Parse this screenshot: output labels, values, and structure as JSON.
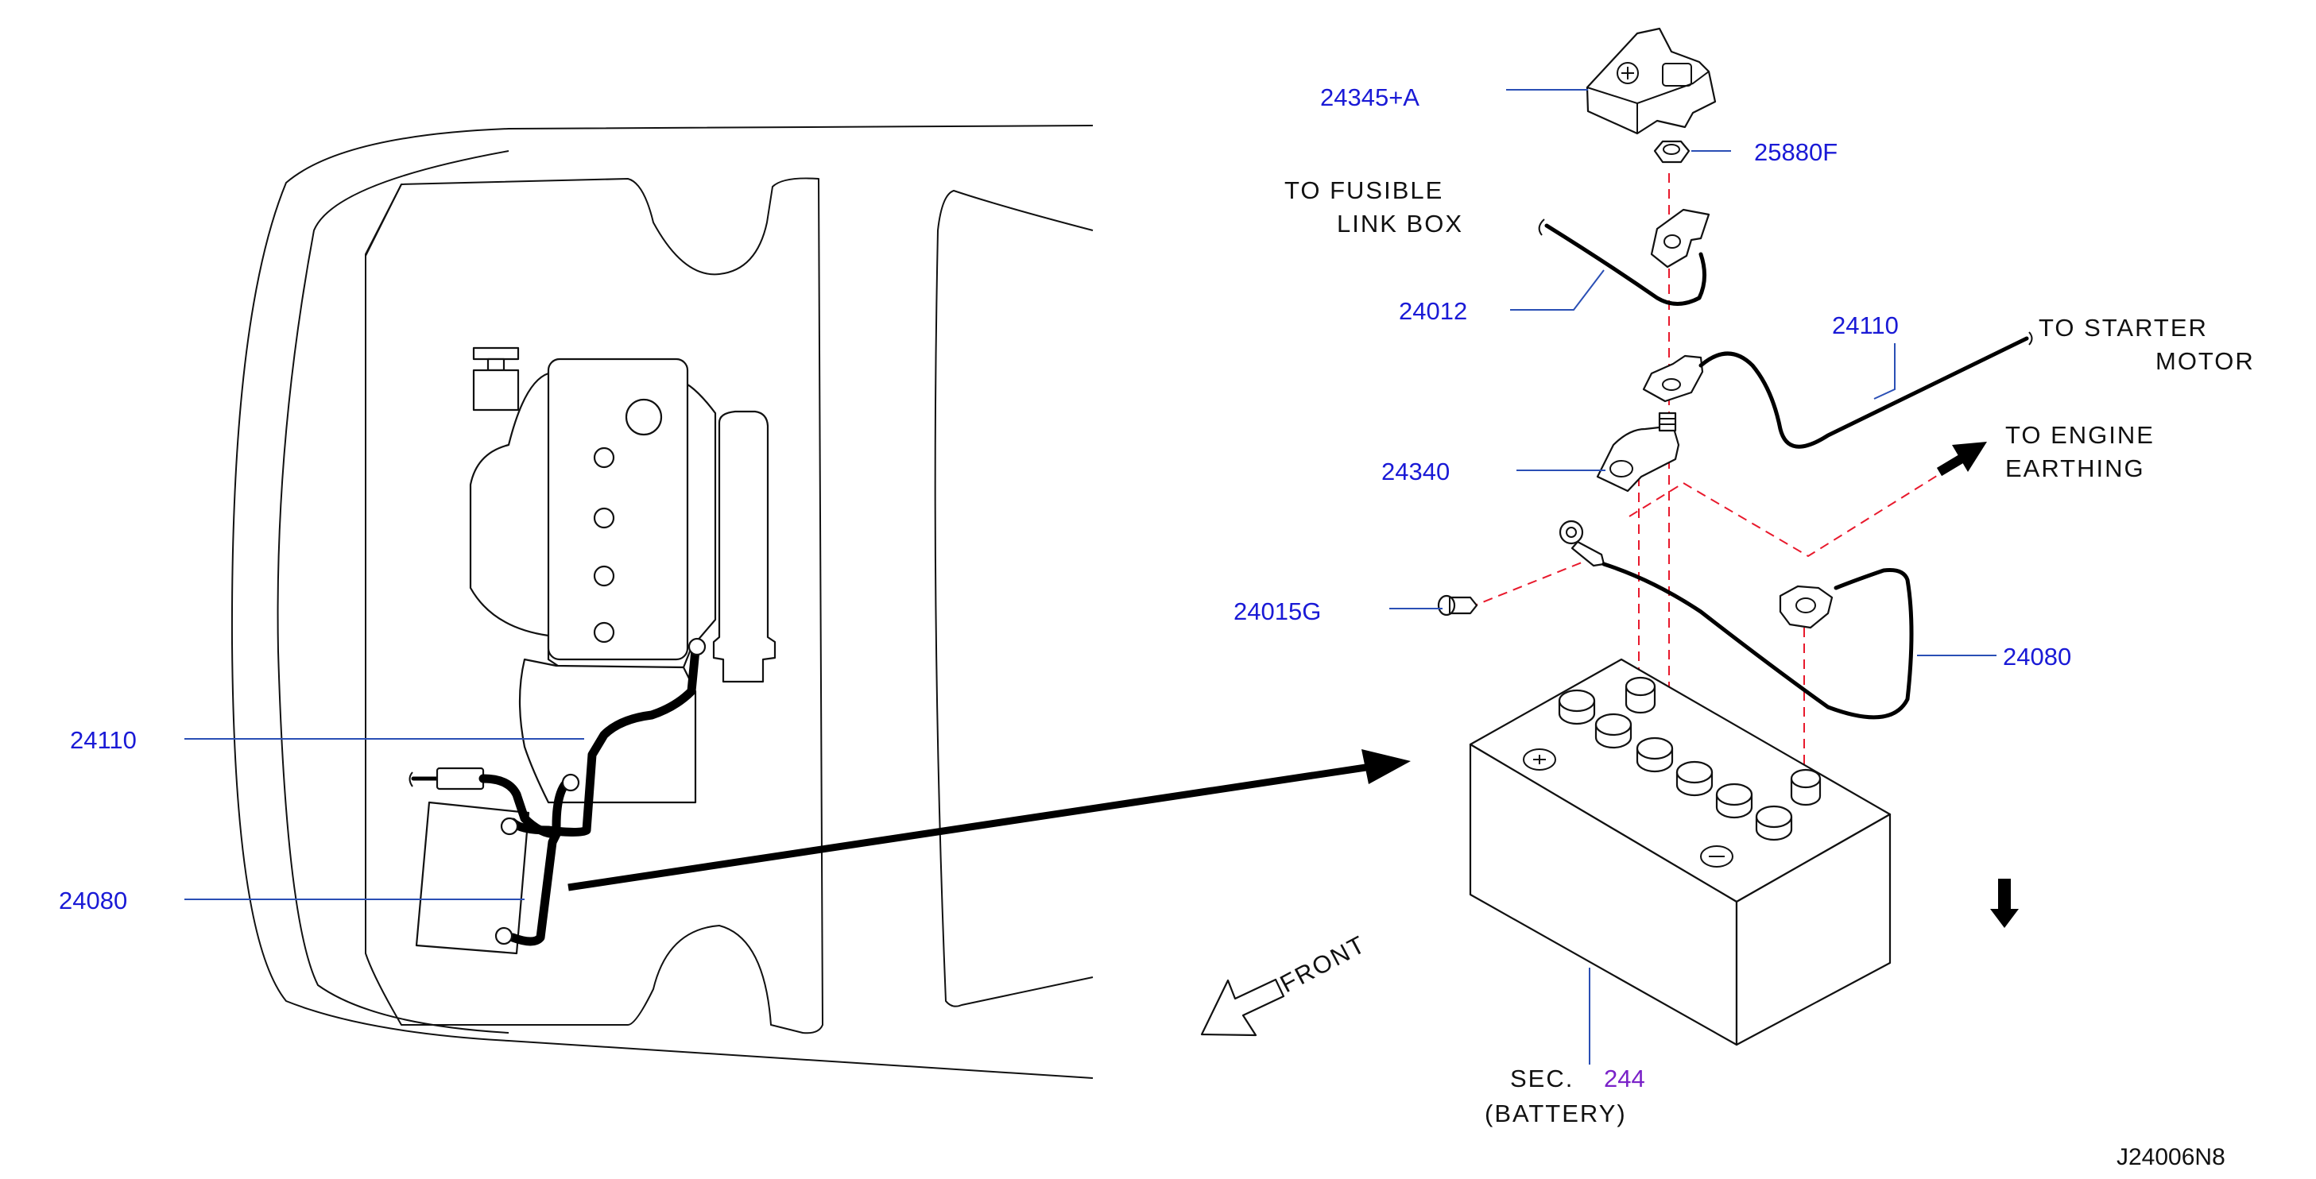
{
  "labels": {
    "cover": "24345+A",
    "nut": "25880F",
    "fusible_cable": "24012",
    "starter_cable": "24110",
    "positive_clamp": "24340",
    "bolt": "24015G",
    "earth_cable": "24080",
    "overview_starter_cable": "24110",
    "overview_earth_cable": "24080"
  },
  "notes": {
    "fusible_line1": "TO FUSIBLE",
    "fusible_line2": "LINK BOX",
    "starter_line1": "TO STARTER",
    "starter_line2": "MOTOR",
    "engine_line1": "TO ENGINE",
    "engine_line2": "EARTHING",
    "front": "FRONT"
  },
  "section": {
    "prefix": "SEC.",
    "number": "244",
    "name": "(BATTERY)"
  },
  "drawing_number": "J24006N8",
  "colors": {
    "part_number": "#1a1ad6",
    "section_number": "#7a22c8",
    "leader_line": "#2a4fb5",
    "alignment_line": "#e8192c"
  }
}
